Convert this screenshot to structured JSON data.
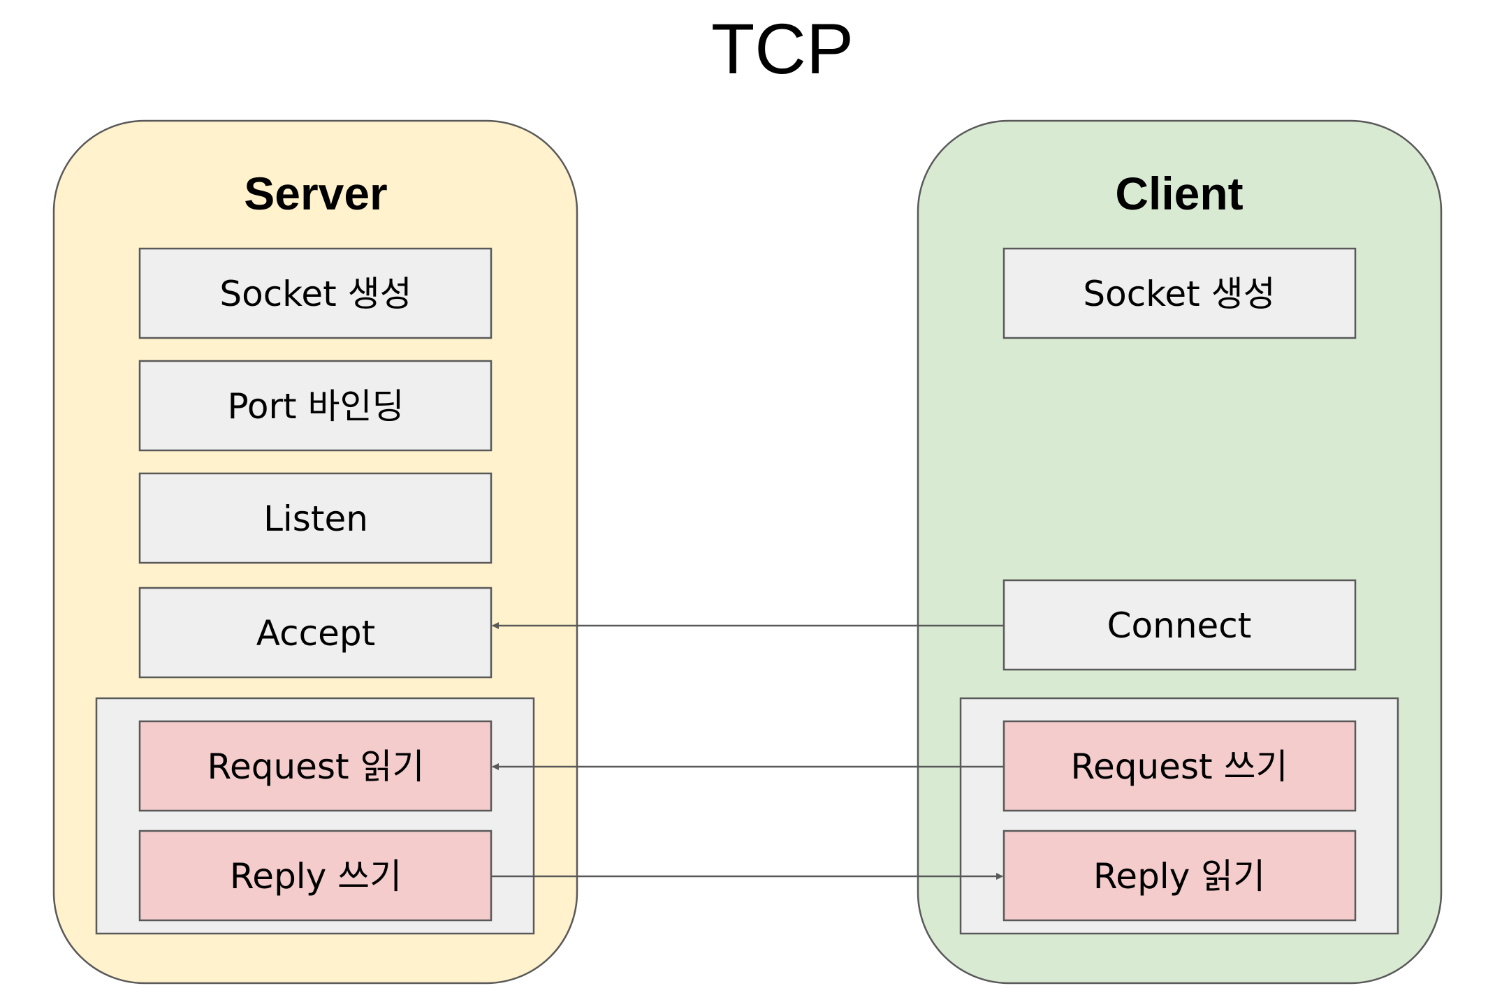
{
  "title": "TCP",
  "colors": {
    "server_panel": "#fff2cc",
    "client_panel": "#d9ead3",
    "step_box": "#efefef",
    "io_box": "#f4cccc",
    "loop_group": "#efefef",
    "stroke": "#595959"
  },
  "server": {
    "title": "Server",
    "steps": [
      "Socket 생성",
      "Port 바인딩",
      "Listen",
      "Accept"
    ],
    "loop_steps": [
      "Request 읽기",
      "Reply 쓰기"
    ]
  },
  "client": {
    "title": "Client",
    "steps": [
      "Socket 생성",
      "Connect"
    ],
    "loop_steps": [
      "Request 쓰기",
      "Reply 읽기"
    ]
  },
  "arrows": [
    {
      "from": "client.Connect",
      "to": "server.Accept"
    },
    {
      "from": "client.Request 쓰기",
      "to": "server.Request 읽기"
    },
    {
      "from": "server.Reply 쓰기",
      "to": "client.Reply 읽기"
    }
  ]
}
